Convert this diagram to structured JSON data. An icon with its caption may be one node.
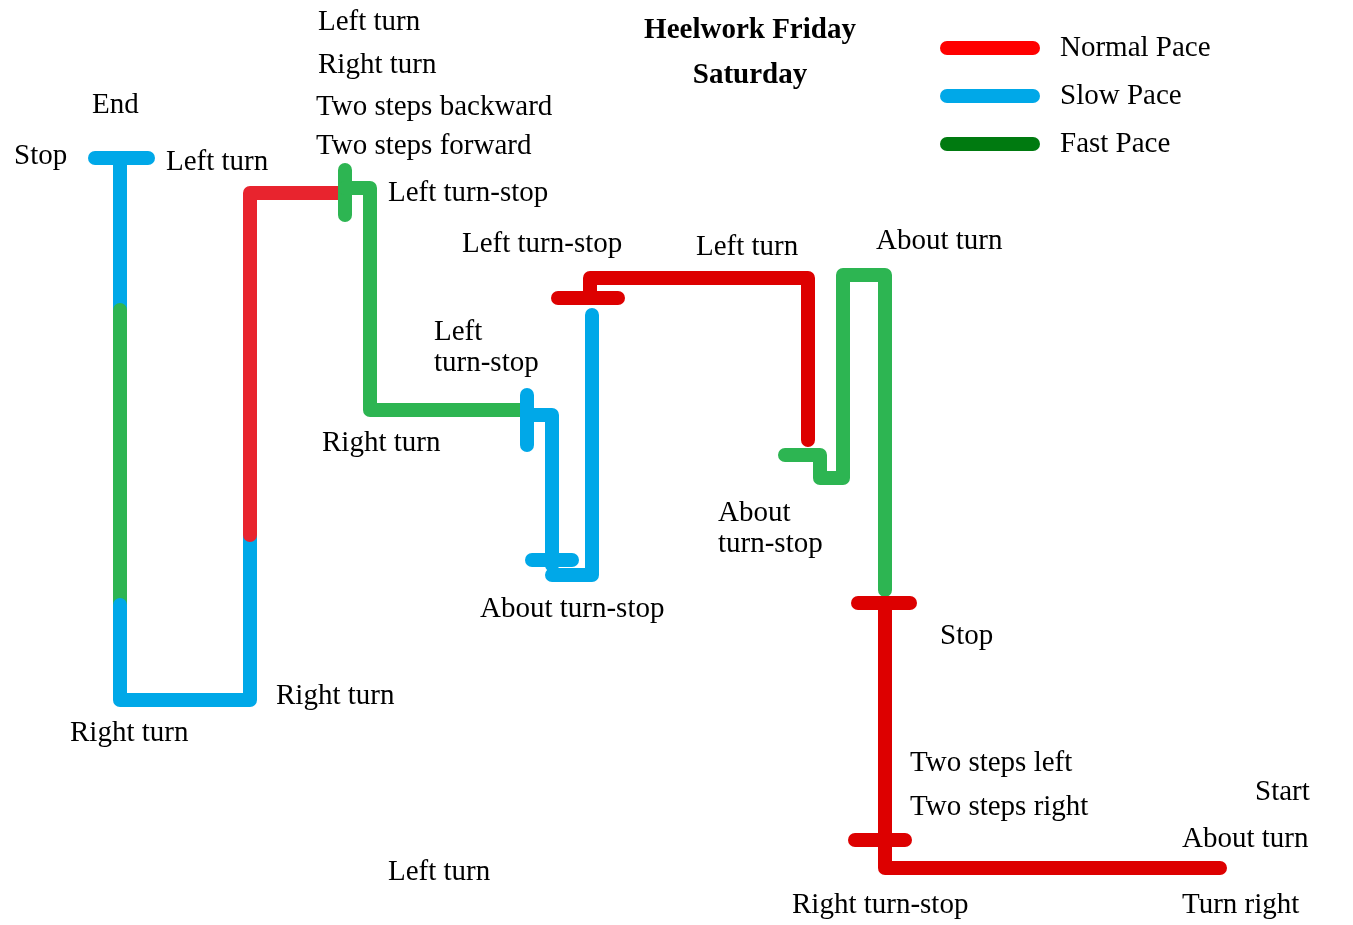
{
  "diagram": {
    "title": "Heelwork Friday Saturday",
    "labels": [
      "Left turn",
      "Right turn",
      "End",
      "Two steps backward",
      "Stop",
      "Left turn",
      "Two steps forward",
      "Left turn-stop",
      "Left turn-stop",
      "Left turn",
      "About turn",
      "Left turn-stop",
      "Right turn",
      "About turn-stop",
      "About turn-stop",
      "Stop",
      "Right turn",
      "Right turn",
      "Two steps left",
      "Start",
      "Two steps right",
      "About turn",
      "Left turn",
      "Right turn-stop",
      "Turn right"
    ],
    "legend": [
      {
        "text": "Normal Pace",
        "color": "#ff0000"
      },
      {
        "text": "Slow Pace",
        "color": "#00a8e8"
      },
      {
        "text": "Fast Pace",
        "color": "#007a10"
      }
    ]
  }
}
